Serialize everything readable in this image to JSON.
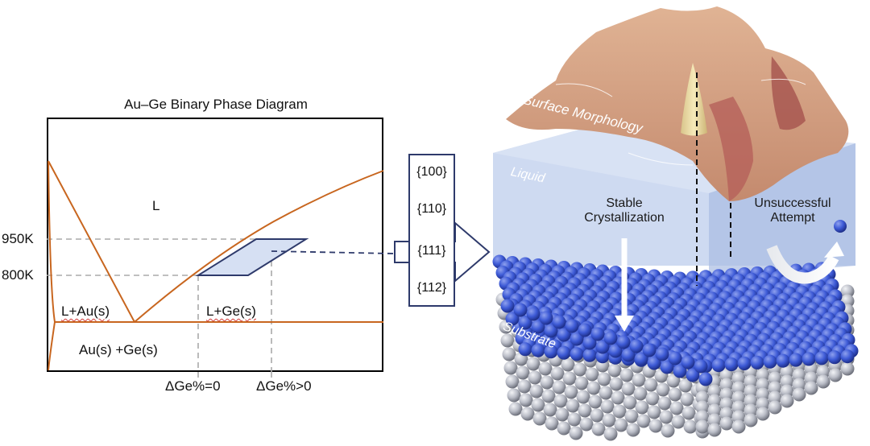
{
  "phase_diagram": {
    "title": "Au–Ge Binary Phase Diagram",
    "temperature_labels": [
      "950K",
      "800K"
    ],
    "region_labels": {
      "liquid": "L",
      "l_au": "L+Au(s)",
      "l_ge": "L+Ge(s)",
      "solid": "Au(s) +Ge(s)"
    },
    "composition_labels": [
      "ΔGe%=0",
      "ΔGe%>0"
    ]
  },
  "facets": [
    "{100}",
    "{110}",
    "{111}",
    "{112}"
  ],
  "simulation": {
    "surface_label": "Surface Morphology",
    "liquid_label": "Liquid",
    "substrate_label": "Substrate",
    "stable_label_line1": "Stable",
    "stable_label_line2": "Crystallization",
    "unsuccessful_line1": "Unsuccessful",
    "unsuccessful_line2": "Attempt"
  },
  "colors": {
    "phase_line": "#c8661f",
    "guide_dash": "#aaaaaa",
    "highlight_fill": "#d6e0f3",
    "highlight_stroke": "#2e3a6b",
    "arrow_stroke": "#2e3a6b",
    "top_layer_atoms": "#3d5ad6",
    "substrate_atoms": "#b9bcc6",
    "liquid_box": "#b7c7e8",
    "surface": "#d7a78a"
  }
}
